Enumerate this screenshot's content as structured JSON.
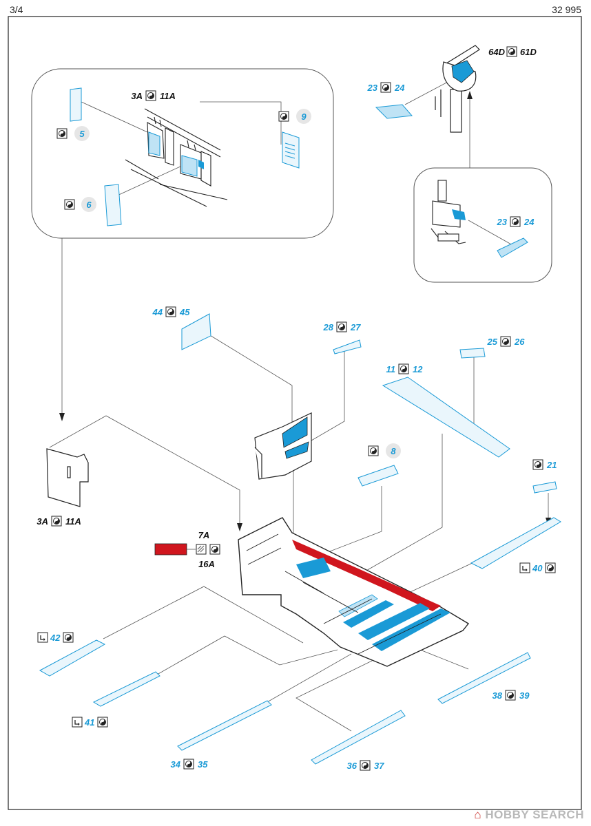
{
  "page": {
    "number": "3/4",
    "kit_code": "32 995"
  },
  "colors": {
    "photo_etch_blue": "#1a9ad6",
    "part_fill": "#bfe3f5",
    "interior_red": "#d0161e",
    "line": "#333333"
  },
  "callouts": {
    "a": {
      "left": "3A",
      "right": "11A"
    },
    "b": {
      "num": "9"
    },
    "c": {
      "num": "5"
    },
    "d": {
      "num": "6"
    },
    "e": {
      "left": "64D",
      "right": "61D"
    },
    "f": {
      "left": "23",
      "right": "24"
    },
    "g": {
      "left": "23",
      "right": "24"
    },
    "h": {
      "left": "44",
      "right": "45"
    },
    "i": {
      "left": "28",
      "right": "27"
    },
    "j": {
      "left": "25",
      "right": "26"
    },
    "k": {
      "left": "11",
      "right": "12"
    },
    "l": {
      "num": "8"
    },
    "m": {
      "num": "21"
    },
    "n": {
      "left": "3A",
      "right": "11A"
    },
    "o": {
      "top": "7A",
      "bottom": "16A"
    },
    "p": {
      "num": "40"
    },
    "q": {
      "num": "42"
    },
    "r": {
      "num": "41"
    },
    "s": {
      "left": "38",
      "right": "39"
    },
    "t": {
      "left": "34",
      "right": "35"
    },
    "u": {
      "left": "36",
      "right": "37"
    }
  },
  "watermark": {
    "brand_a": "HOBBY",
    "brand_b": "SEARCH"
  }
}
